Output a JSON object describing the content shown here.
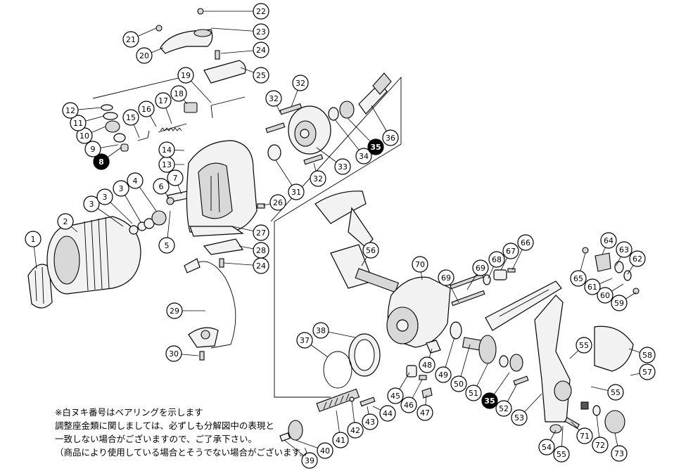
{
  "callouts": [
    {
      "n": "1"
    },
    {
      "n": "2"
    },
    {
      "n": "3a",
      "label": "3"
    },
    {
      "n": "3b",
      "label": "3"
    },
    {
      "n": "3c",
      "label": "3"
    },
    {
      "n": "4"
    },
    {
      "n": "5"
    },
    {
      "n": "6"
    },
    {
      "n": "7"
    },
    {
      "n": "8",
      "dark": true
    },
    {
      "n": "9"
    },
    {
      "n": "10"
    },
    {
      "n": "11"
    },
    {
      "n": "12"
    },
    {
      "n": "13"
    },
    {
      "n": "14"
    },
    {
      "n": "15"
    },
    {
      "n": "16"
    },
    {
      "n": "17"
    },
    {
      "n": "18"
    },
    {
      "n": "19"
    },
    {
      "n": "20"
    },
    {
      "n": "21"
    },
    {
      "n": "22"
    },
    {
      "n": "23"
    },
    {
      "n": "24a",
      "label": "24"
    },
    {
      "n": "24b",
      "label": "24"
    },
    {
      "n": "25"
    },
    {
      "n": "26"
    },
    {
      "n": "27"
    },
    {
      "n": "28"
    },
    {
      "n": "29"
    },
    {
      "n": "30"
    },
    {
      "n": "31"
    },
    {
      "n": "32a",
      "label": "32"
    },
    {
      "n": "32b",
      "label": "32"
    },
    {
      "n": "32c",
      "label": "32"
    },
    {
      "n": "33"
    },
    {
      "n": "34"
    },
    {
      "n": "35a",
      "label": "35",
      "dark": true
    },
    {
      "n": "35b",
      "label": "35",
      "dark": true
    },
    {
      "n": "36"
    },
    {
      "n": "37"
    },
    {
      "n": "38"
    },
    {
      "n": "39"
    },
    {
      "n": "40"
    },
    {
      "n": "41"
    },
    {
      "n": "42"
    },
    {
      "n": "43"
    },
    {
      "n": "44"
    },
    {
      "n": "45"
    },
    {
      "n": "46"
    },
    {
      "n": "47"
    },
    {
      "n": "48"
    },
    {
      "n": "49"
    },
    {
      "n": "50"
    },
    {
      "n": "51"
    },
    {
      "n": "52"
    },
    {
      "n": "53"
    },
    {
      "n": "54"
    },
    {
      "n": "55a",
      "label": "55"
    },
    {
      "n": "55b",
      "label": "55"
    },
    {
      "n": "55c",
      "label": "55"
    },
    {
      "n": "56"
    },
    {
      "n": "57"
    },
    {
      "n": "58"
    },
    {
      "n": "59"
    },
    {
      "n": "60"
    },
    {
      "n": "61"
    },
    {
      "n": "62"
    },
    {
      "n": "63"
    },
    {
      "n": "64"
    },
    {
      "n": "65"
    },
    {
      "n": "66"
    },
    {
      "n": "67"
    },
    {
      "n": "68"
    },
    {
      "n": "69a",
      "label": "69"
    },
    {
      "n": "69b",
      "label": "69"
    },
    {
      "n": "70"
    },
    {
      "n": "71"
    },
    {
      "n": "72"
    },
    {
      "n": "73"
    }
  ],
  "notes": [
    "※白ヌキ番号はベアリングを示します",
    "調整座金類に関しましては、必ずしも分解図中の表現と",
    "一致しない場合がございますので、ご了承下さい。",
    "（商品により使用している場合とそうでない場合がございます。）"
  ]
}
